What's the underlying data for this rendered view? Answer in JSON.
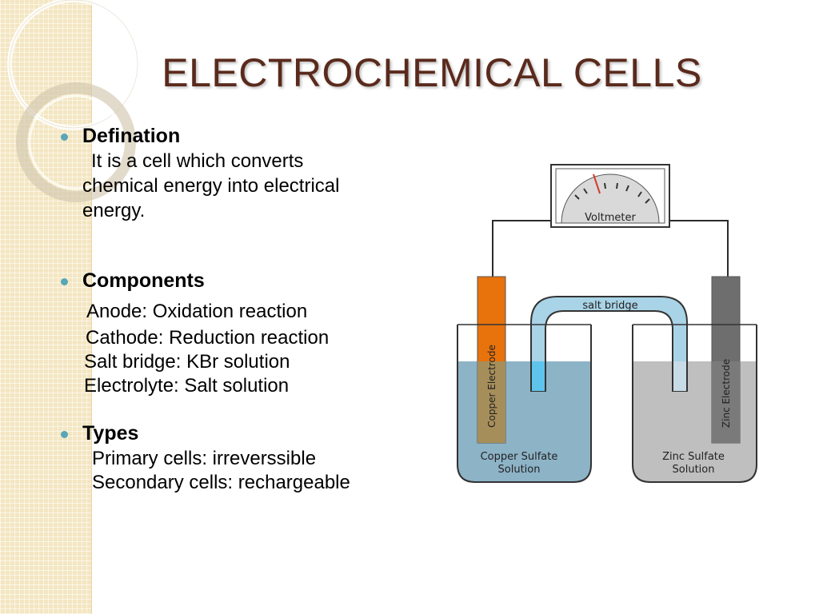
{
  "title": "ELECTROCHEMICAL CELLS",
  "sections": {
    "definition": {
      "heading": "Defination",
      "lines": [
        "It is a cell which converts",
        "chemical energy into electrical",
        "energy."
      ]
    },
    "components": {
      "heading": "Components",
      "lines": [
        "Anode: Oxidation reaction",
        "Cathode: Reduction reaction",
        "Salt bridge: KBr solution",
        "Electrolyte: Salt solution"
      ]
    },
    "types": {
      "heading": "Types",
      "lines": [
        "Primary cells: irreverssible",
        "Secondary cells: rechargeable"
      ]
    }
  },
  "diagram": {
    "voltmeter_label": "Voltmeter",
    "salt_bridge_label": "salt bridge",
    "left_electrode_label": "Copper Electrode",
    "right_electrode_label": "Zinc Electrode",
    "left_solution_line1": "Copper Sulfate",
    "left_solution_line2": "Solution",
    "right_solution_line1": "Zinc Sulfate",
    "right_solution_line2": "Solution"
  },
  "colors": {
    "title": "#5a2a1c",
    "bullet": "#58a6b6",
    "copper_electrode": "#e8720c",
    "zinc_electrode": "#6e6e6e",
    "copper_solution": "#8db3c7",
    "zinc_solution": "#bfbfbf",
    "salt_bridge": "#a9d3e6"
  }
}
